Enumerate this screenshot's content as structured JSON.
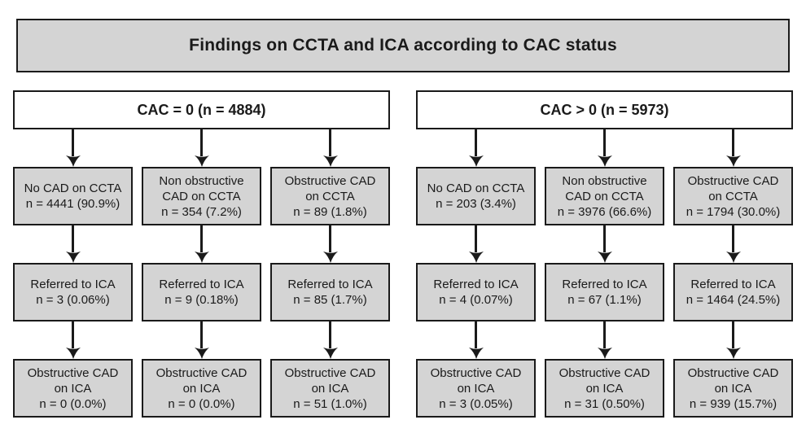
{
  "title": "Findings on CCTA and ICA according to CAC status",
  "colors": {
    "node_fill": "#d4d4d4",
    "title_fill": "#d4d4d4",
    "header_fill": "#ffffff",
    "border": "#1a1a1a",
    "background": "#ffffff"
  },
  "branches": [
    {
      "header": "CAC = 0 (n = 4884)",
      "columns": [
        {
          "ccta": [
            "No CAD on CCTA",
            "n = 4441 (90.9%)"
          ],
          "referral": [
            "Referred to ICA",
            "n = 3 (0.06%)"
          ],
          "ica": [
            "Obstructive CAD",
            "on ICA",
            "n = 0 (0.0%)"
          ]
        },
        {
          "ccta": [
            "Non obstructive",
            "CAD on CCTA",
            "n = 354 (7.2%)"
          ],
          "referral": [
            "Referred to ICA",
            "n = 9 (0.18%)"
          ],
          "ica": [
            "Obstructive CAD",
            "on ICA",
            "n = 0 (0.0%)"
          ]
        },
        {
          "ccta": [
            "Obstructive CAD",
            "on CCTA",
            "n = 89 (1.8%)"
          ],
          "referral": [
            "Referred to ICA",
            "n = 85 (1.7%)"
          ],
          "ica": [
            "Obstructive CAD",
            "on ICA",
            "n = 51 (1.0%)"
          ]
        }
      ]
    },
    {
      "header": "CAC > 0 (n = 5973)",
      "columns": [
        {
          "ccta": [
            "No CAD on CCTA",
            "n = 203 (3.4%)"
          ],
          "referral": [
            "Referred to ICA",
            "n = 4 (0.07%)"
          ],
          "ica": [
            "Obstructive CAD",
            "on ICA",
            "n = 3 (0.05%)"
          ]
        },
        {
          "ccta": [
            "Non obstructive",
            "CAD on CCTA",
            "n = 3976 (66.6%)"
          ],
          "referral": [
            "Referred to ICA",
            "n = 67 (1.1%)"
          ],
          "ica": [
            "Obstructive CAD",
            "on ICA",
            "n = 31 (0.50%)"
          ]
        },
        {
          "ccta": [
            "Obstructive CAD",
            "on CCTA",
            "n = 1794 (30.0%)"
          ],
          "referral": [
            "Referred to ICA",
            "n = 1464 (24.5%)"
          ],
          "ica": [
            "Obstructive CAD",
            "on ICA",
            "n = 939 (15.7%)"
          ]
        }
      ]
    }
  ]
}
